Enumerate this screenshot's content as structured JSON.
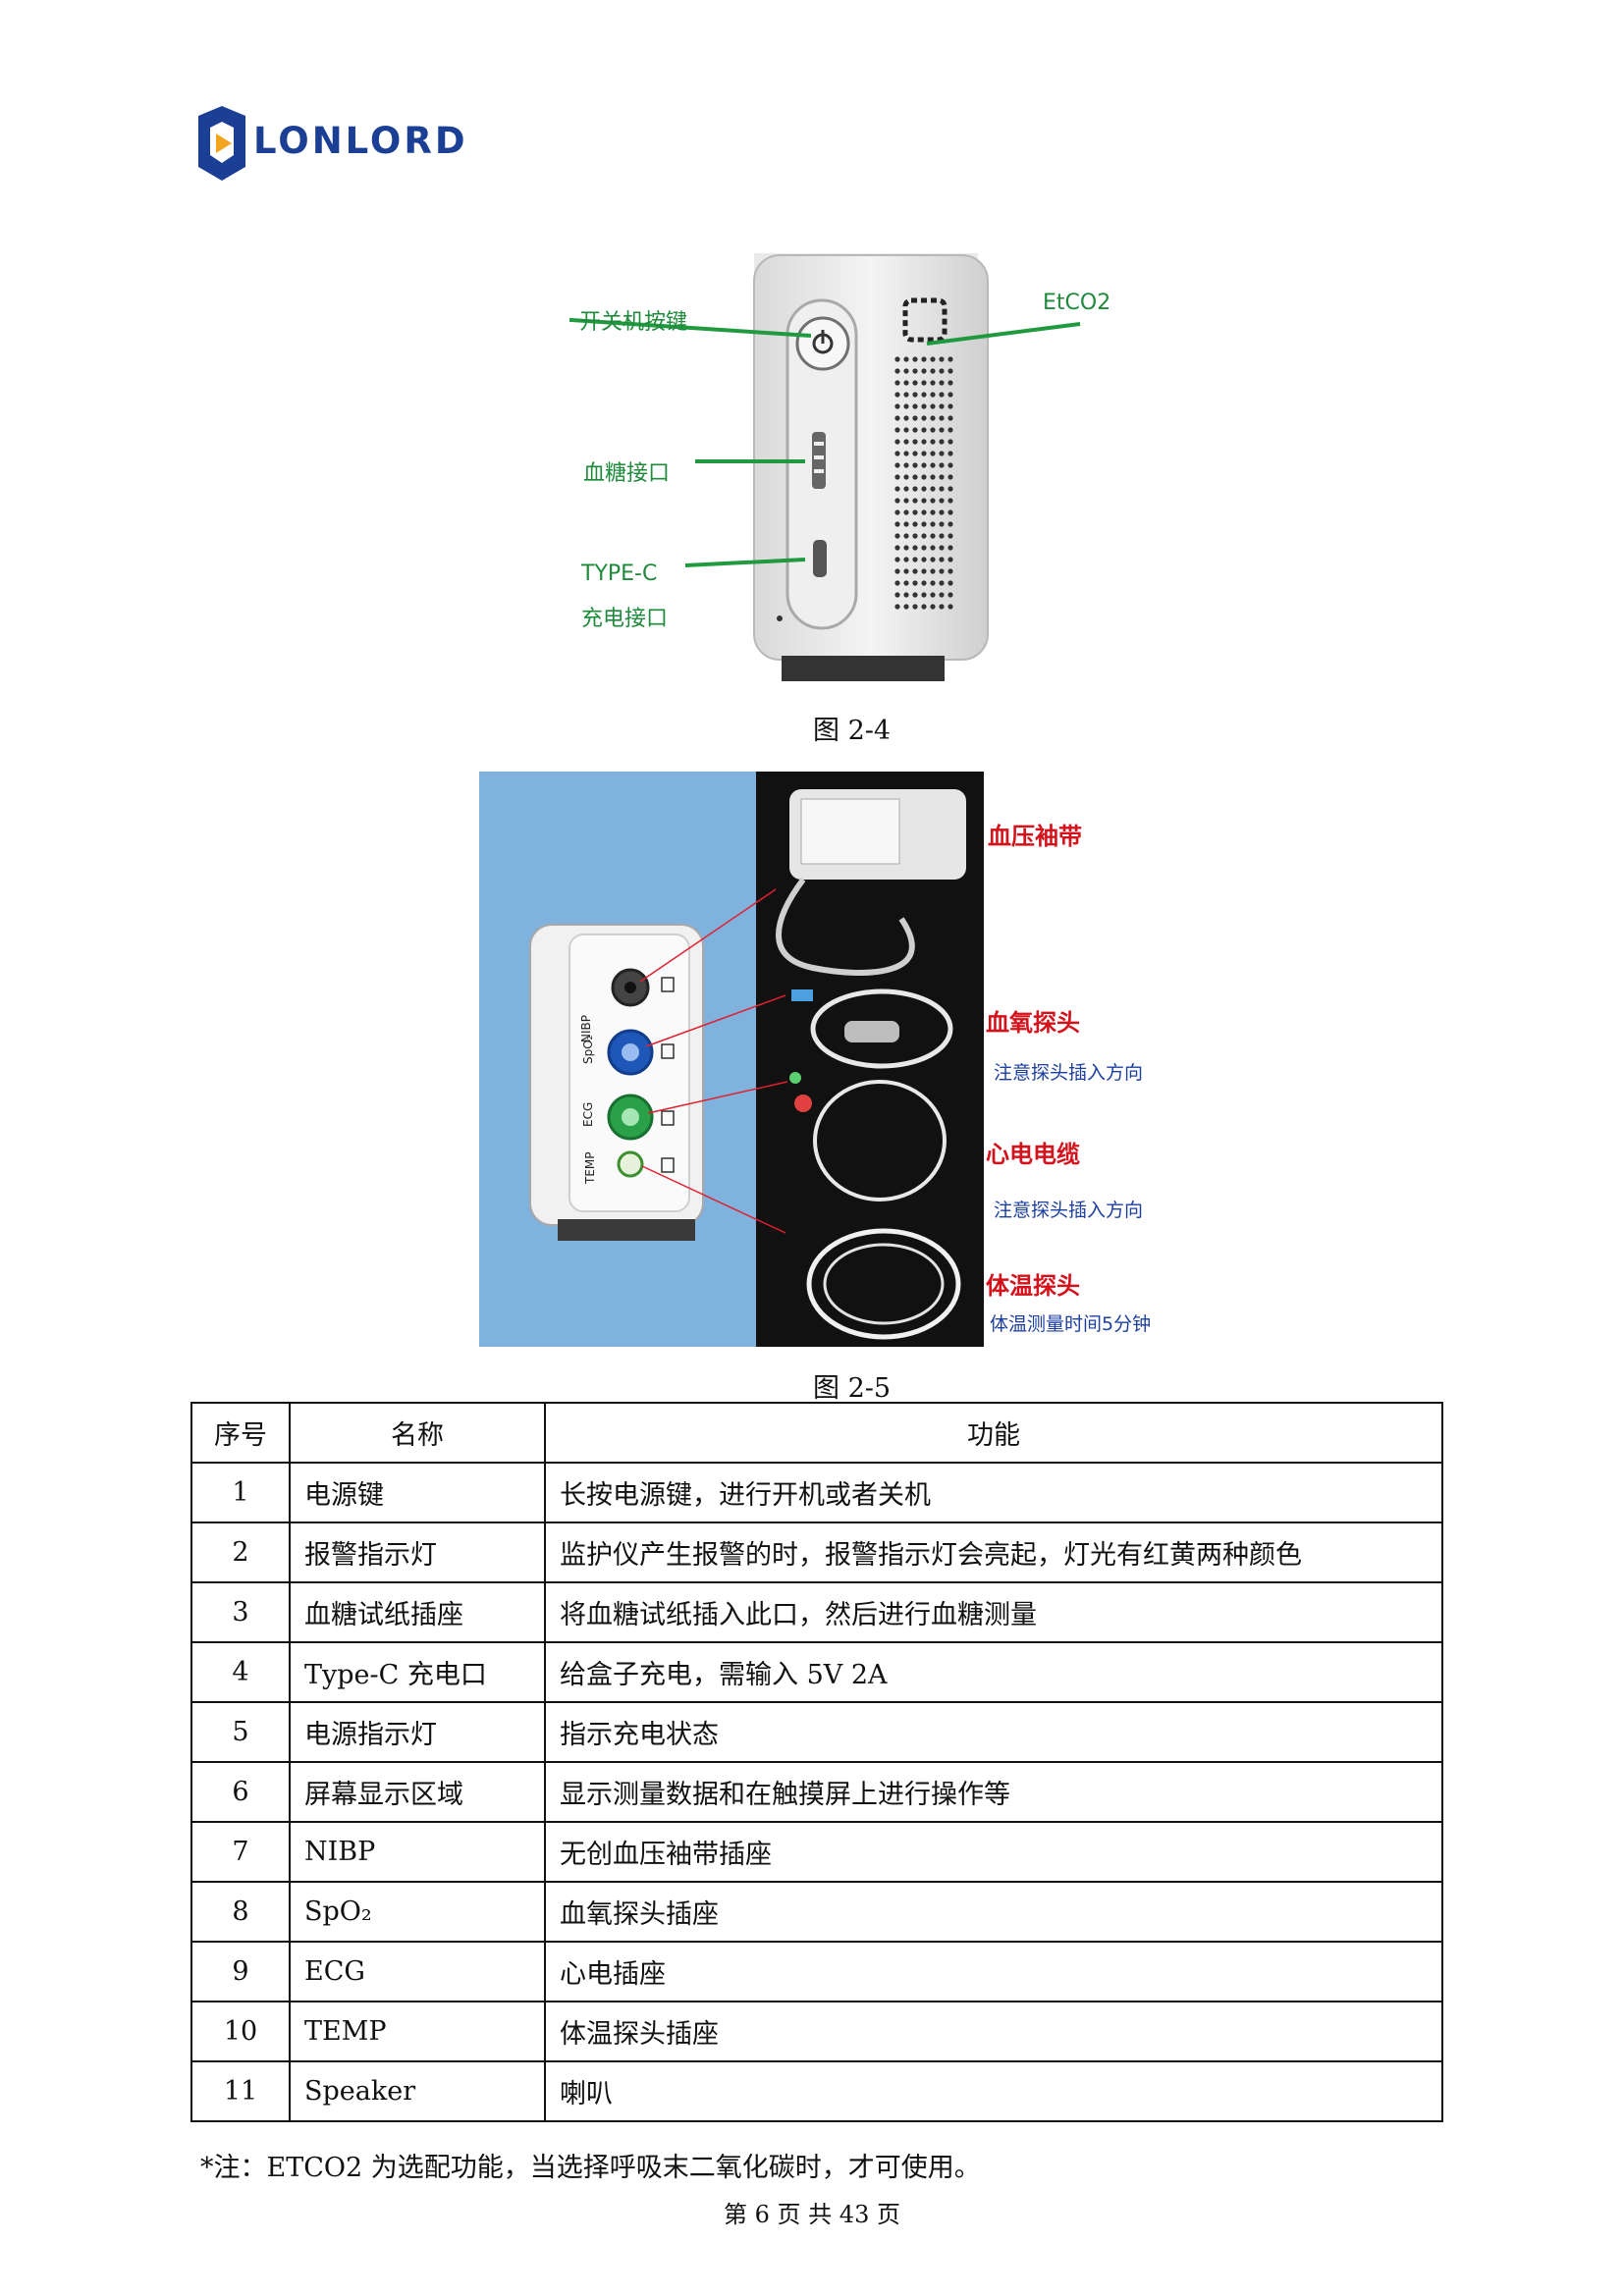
{
  "brand": {
    "name": "LONLORD"
  },
  "figure_2_4": {
    "labels": {
      "power_key": "开关机按键",
      "etco2": "EtCO2",
      "glucose_port": "血糖接口",
      "typec_line1": "TYPE-C",
      "typec_line2": "充电接口"
    },
    "caption": "图 2-4"
  },
  "figure_2_5": {
    "port_labels": {
      "nibp": "NIBP",
      "spo2": "SpO₂",
      "ecg": "ECG",
      "temp": "TEMP"
    },
    "callouts": {
      "bp_cuff": "血压袖带",
      "spo2_probe": "血氧探头",
      "spo2_note": "注意探头插入方向",
      "ecg_cable": "心电电缆",
      "ecg_note": "注意探头插入方向",
      "temp_probe": "体温探头",
      "temp_note": "体温测量时间5分钟"
    },
    "caption": "图 2-5"
  },
  "table": {
    "headers": [
      "序号",
      "名称",
      "功能"
    ],
    "rows": [
      [
        "1",
        "电源键",
        "长按电源键，进行开机或者关机"
      ],
      [
        "2",
        "报警指示灯",
        "监护仪产生报警的时，报警指示灯会亮起，灯光有红黄两种颜色"
      ],
      [
        "3",
        "血糖试纸插座",
        "将血糖试纸插入此口，然后进行血糖测量"
      ],
      [
        "4",
        "Type-C 充电口",
        "给盒子充电，需输入 5V 2A"
      ],
      [
        "5",
        "电源指示灯",
        "指示充电状态"
      ],
      [
        "6",
        "屏幕显示区域",
        "显示测量数据和在触摸屏上进行操作等"
      ],
      [
        "7",
        "NIBP",
        "无创血压袖带插座"
      ],
      [
        "8",
        "SpO₂",
        "血氧探头插座"
      ],
      [
        "9",
        "ECG",
        "心电插座"
      ],
      [
        "10",
        "TEMP",
        "体温探头插座"
      ],
      [
        "11",
        "Speaker",
        "喇叭"
      ]
    ]
  },
  "note": "*注：ETCO2 为选配功能，当选择呼吸末二氧化碳时，才可使用。",
  "footer": "第 6 页 共 43 页",
  "colors": {
    "green_label": "#1f8a3b",
    "red_label": "#d4121b",
    "blue_label": "#1d3fa0",
    "brand_blue": "#1b3f94"
  }
}
